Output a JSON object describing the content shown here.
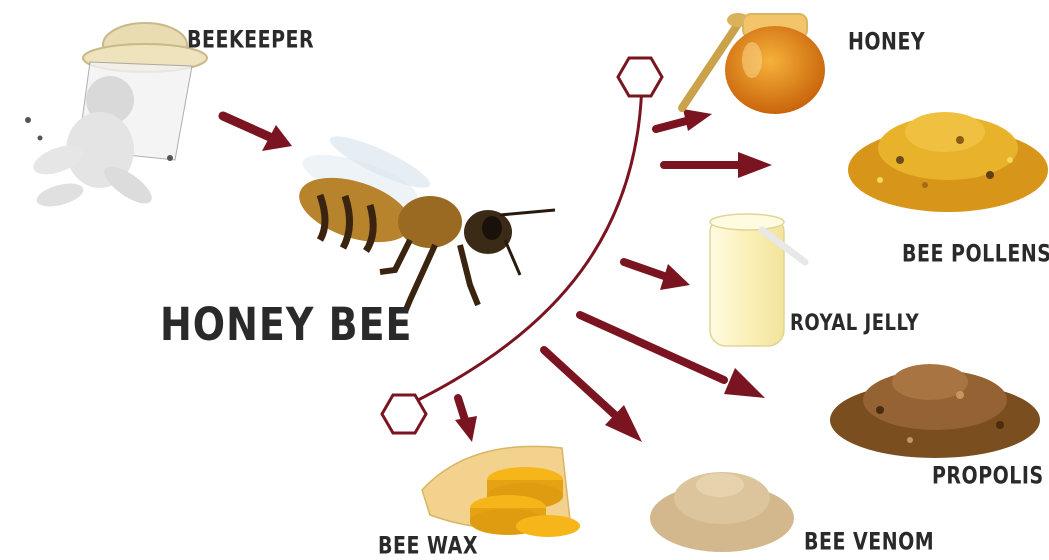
{
  "center": {
    "title": "HONEY BEE"
  },
  "source": {
    "label": "BEEKEEPER"
  },
  "products": [
    {
      "id": "honey",
      "label": "HONEY"
    },
    {
      "id": "bee-pollens",
      "label": "BEE POLLENS"
    },
    {
      "id": "royal-jelly",
      "label": "ROYAL JELLY"
    },
    {
      "id": "propolis",
      "label": "PROPOLIS"
    },
    {
      "id": "bee-venom",
      "label": "BEE VENOM"
    },
    {
      "id": "bee-wax",
      "label": "BEE WAX"
    }
  ],
  "colors": {
    "arrow": "#7a1420",
    "text": "#2a2a2a",
    "honey": "#e8901a",
    "pollen": "#e0a51e",
    "jelly": "#fbf3c4",
    "propolis": "#8a5a26",
    "venom": "#d8bf95",
    "wax": "#f4b51c"
  }
}
